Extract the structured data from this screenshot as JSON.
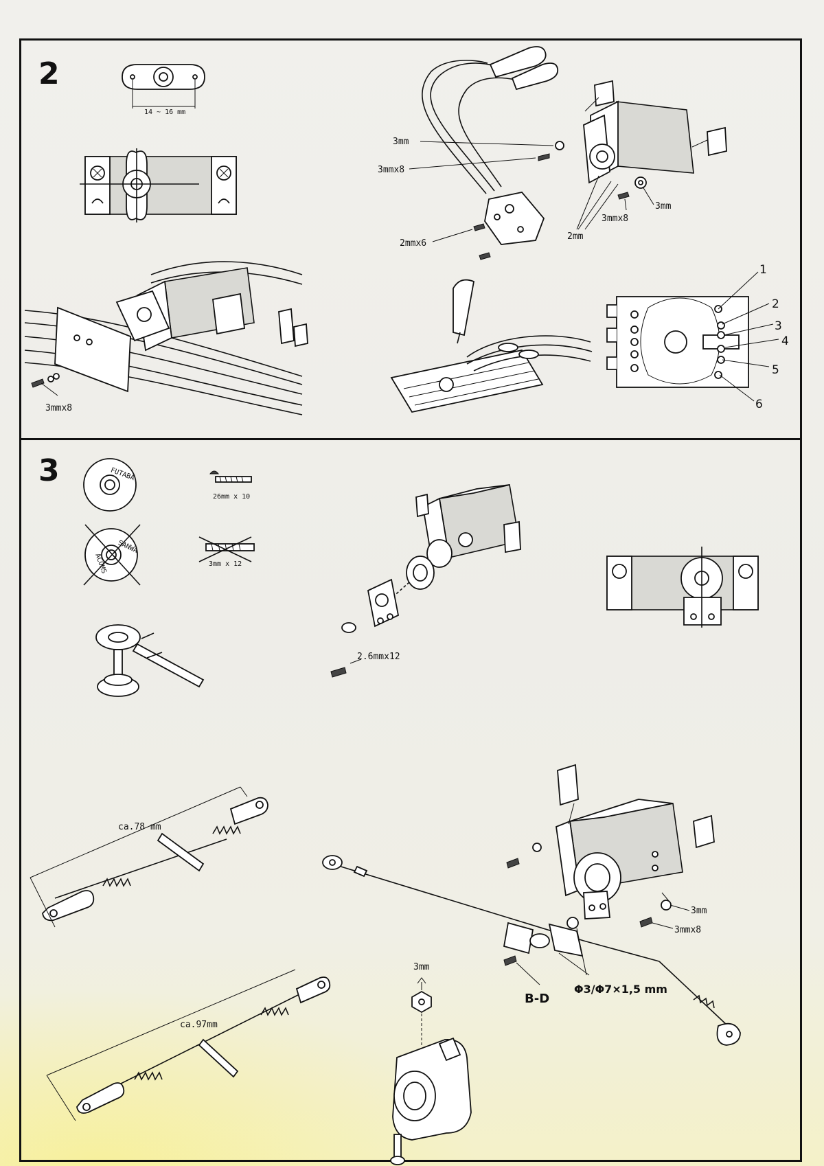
{
  "steps": [
    {
      "number": "2",
      "labels": {
        "spacing": "14 ~ 16 mm",
        "washer_3mm_top": "3mm",
        "screw_3mmx8_top": "3mmx8",
        "screw_2mmx6": "2mmx6",
        "washer_2mm": "2mm",
        "screw_3mmx8_right": "3mmx8",
        "washer_3mm_right": "3mm",
        "screw_3mmx8_bottom": "3mmx8"
      },
      "callouts": [
        "1",
        "2",
        "3",
        "4",
        "5",
        "6"
      ]
    },
    {
      "number": "3",
      "labels": {
        "brand_futaba": "FUTABA",
        "brand_sanwa": "SANWA",
        "brand_acoms": "ACOMS",
        "screw_26": "26mm x 10",
        "screw_3mm_x12": "3mm x 12",
        "screw_2_6mmx12": "2.6mmx12",
        "rod_length_1": "ca.78 mm",
        "rod_length_2": "ca.97mm",
        "washer_3mm_right": "3mm",
        "screw_3mmx8_right": "3mmx8",
        "nut_3mm": "3mm",
        "part_bd": "B-D",
        "spacer": "Φ3/Φ7×1,5 mm"
      }
    }
  ]
}
